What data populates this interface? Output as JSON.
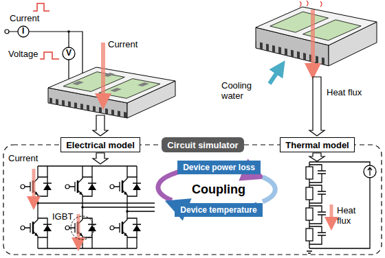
{
  "diagram": {
    "nodes": [
      {
        "text": [
          "Electrical model"
        ]
      },
      {
        "text": [
          "Circuit simulator"
        ]
      },
      {
        "text": [
          "Thermal model"
        ]
      },
      {
        "text": [
          "Device power loss"
        ]
      },
      {
        "text": [
          "Device temperature"
        ]
      }
    ],
    "labels": [
      "Current",
      "I",
      "Voltage",
      "V",
      "Current",
      "Cooling water",
      "Heat flux",
      "Current",
      "IGBT",
      "Coupling",
      "Heat flux"
    ]
  }
}
